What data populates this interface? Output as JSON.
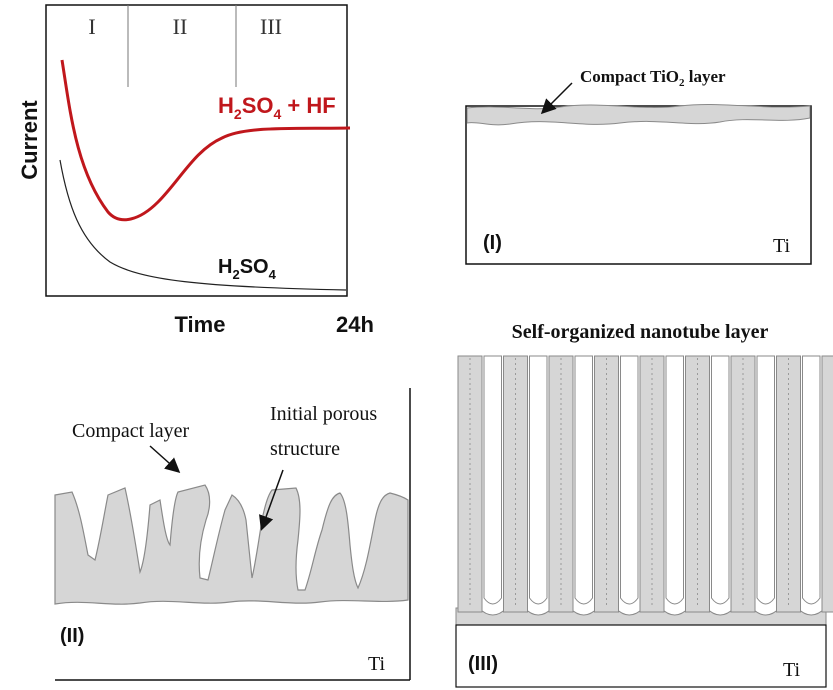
{
  "graph": {
    "phase_labels": [
      "I",
      "II",
      "III"
    ],
    "ylabel": "Current",
    "xlabel": "Time",
    "x_end_label": "24h",
    "curve_labels": {
      "acid_hf": {
        "main": "H",
        "sub1": "2",
        "mid": "SO",
        "sub2": "4",
        "tail": " + HF"
      },
      "acid": {
        "main": "H",
        "sub1": "2",
        "mid": "SO",
        "sub2": "4",
        "tail": ""
      }
    },
    "colors": {
      "acid_hf": "#c0171c",
      "acid": "#1a1a1a"
    }
  },
  "panel_I": {
    "annotation": {
      "pre": "Compact TiO",
      "sub": "2",
      "post": " layer"
    },
    "stage_label": "(I)",
    "substrate_label": "Ti"
  },
  "panel_II": {
    "annotation_compact": "Compact layer",
    "annotation_porous_line1": "Initial porous",
    "annotation_porous_line2": "structure",
    "stage_label": "(II)",
    "substrate_label": "Ti"
  },
  "panel_III": {
    "title": "Self-organized nanotube layer",
    "stage_label": "(III)",
    "substrate_label": "Ti"
  },
  "colors": {
    "oxide_fill": "#d6d6d6",
    "oxide_stroke": "#8a8a8a",
    "frame": "#111111"
  }
}
